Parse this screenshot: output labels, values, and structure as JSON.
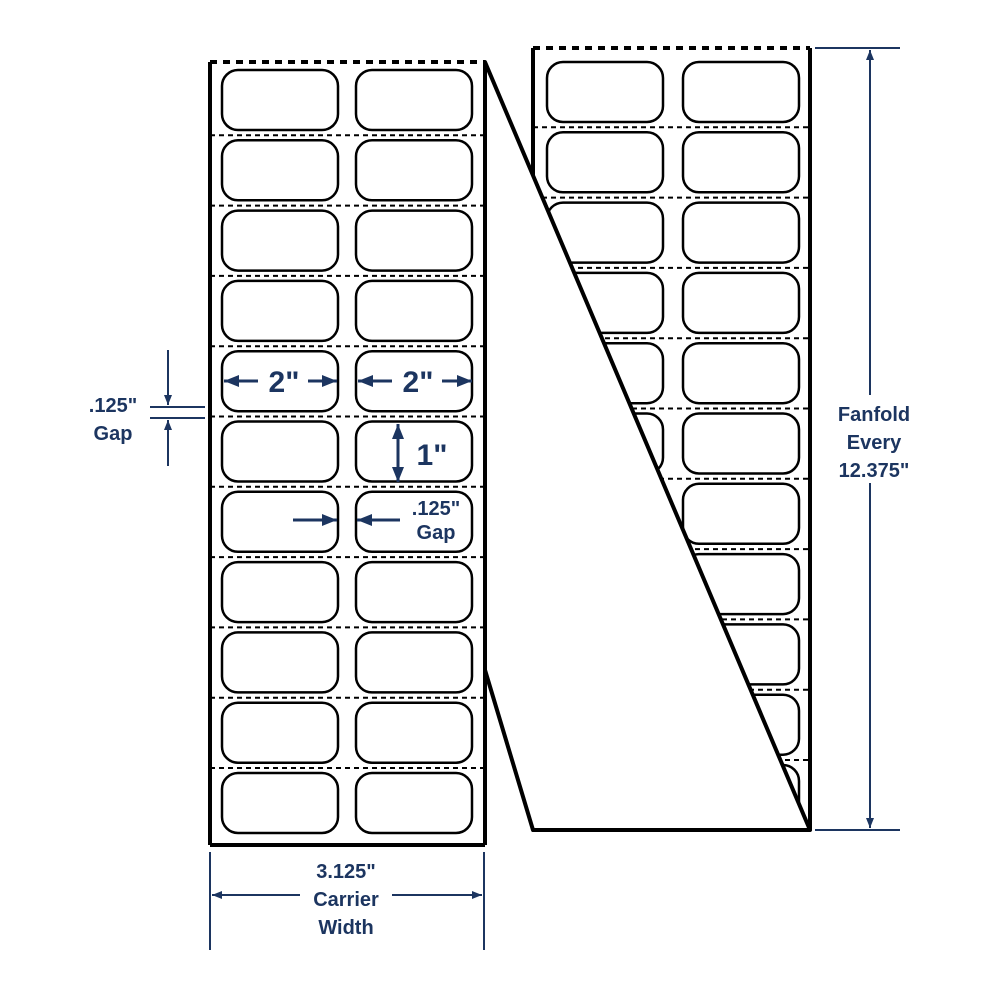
{
  "colors": {
    "dimension": "#1c3560",
    "outline": "#000000"
  },
  "left_strip": {
    "rows": 11,
    "columns": 2
  },
  "right_strip": {
    "rows": 11,
    "columns": 2
  },
  "label_width": "2\"",
  "label_width_2": "2\"",
  "label_height": "1\"",
  "column_gap": {
    "value": ".125\"",
    "word": "Gap"
  },
  "row_gap": {
    "value": ".125\"",
    "word": "Gap"
  },
  "carrier": {
    "value": "3.125\"",
    "line2": "Carrier",
    "line3": "Width"
  },
  "fanfold": {
    "line1": "Fanfold",
    "line2": "Every",
    "value": "12.375\""
  }
}
